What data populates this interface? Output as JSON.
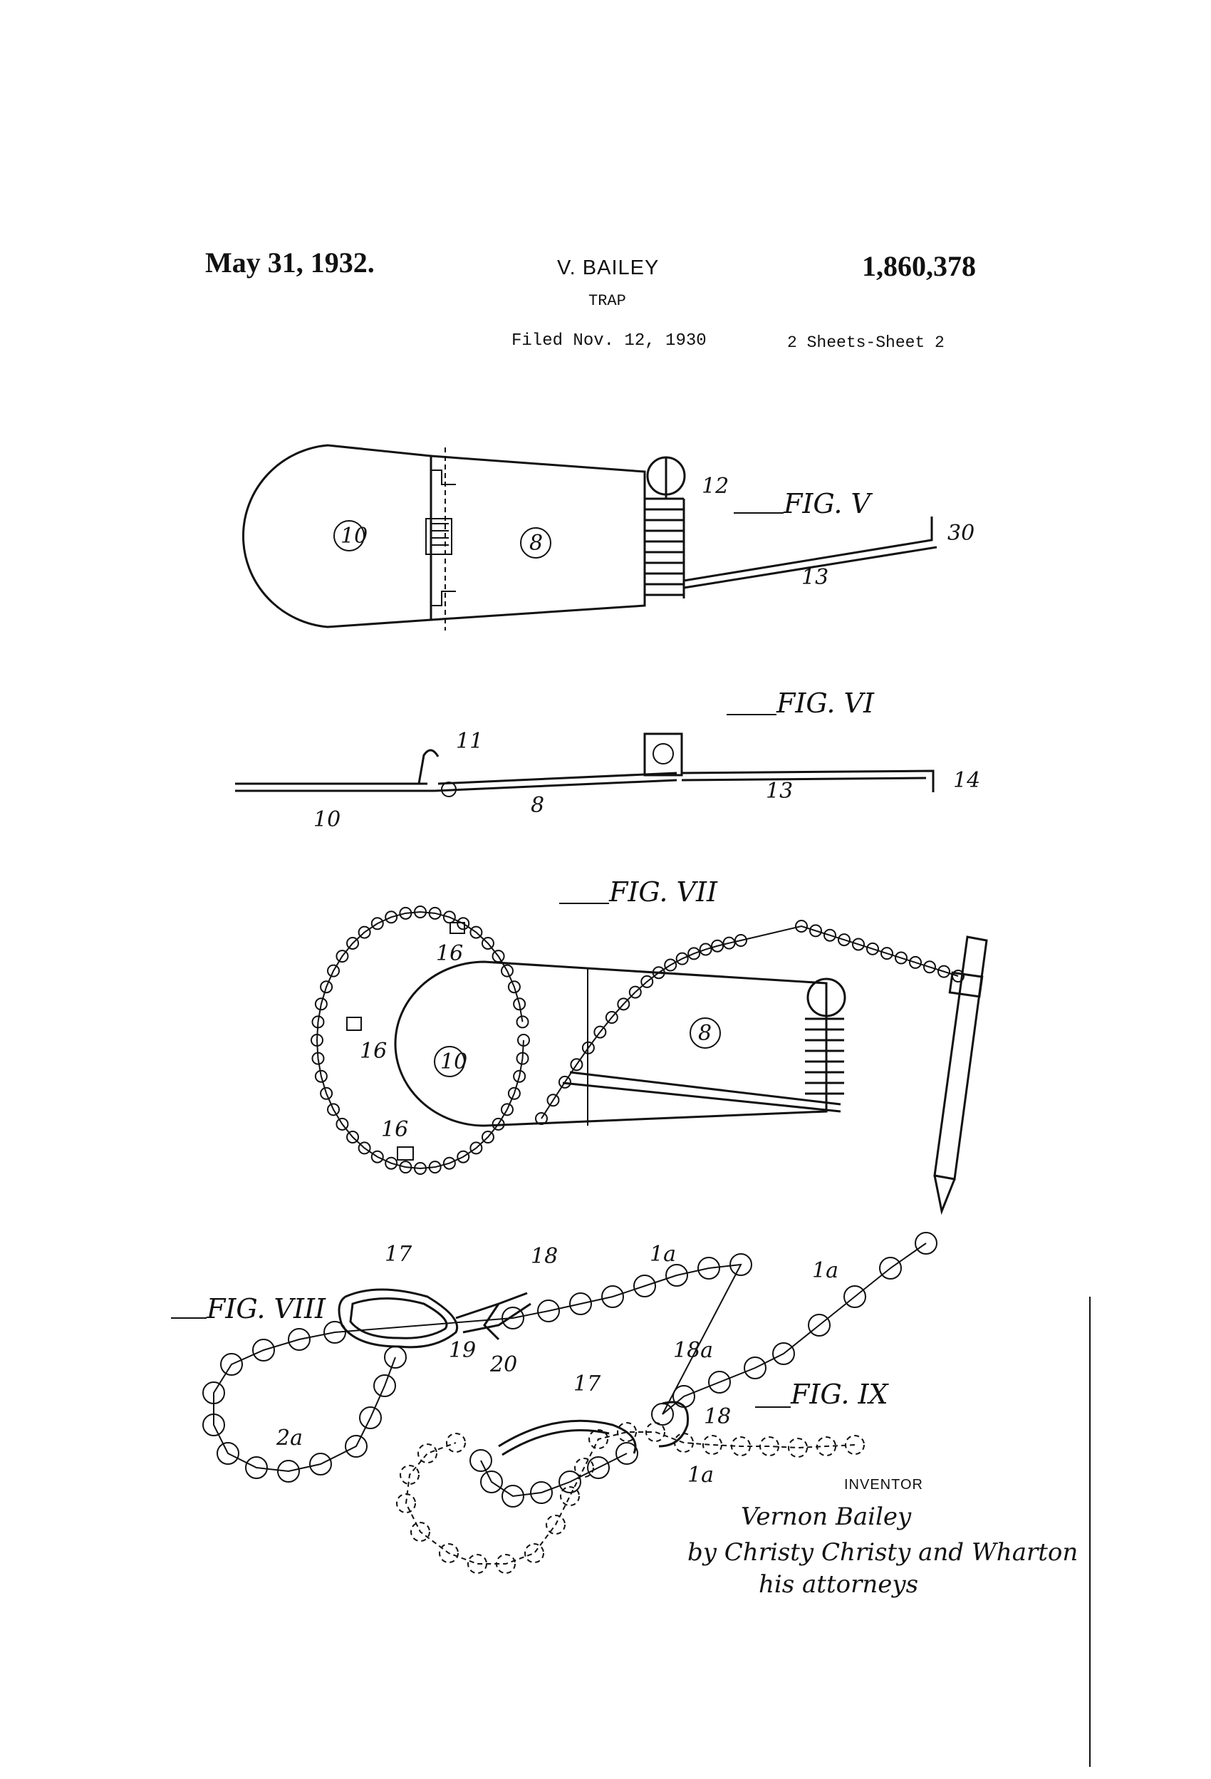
{
  "header": {
    "date": "May 31, 1932.",
    "inventor_name": "V. BAILEY",
    "patent_number": "1,860,378",
    "title": "TRAP",
    "filed": "Filed Nov. 12, 1930",
    "sheets": "2 Sheets-Sheet 2"
  },
  "figures": {
    "fig5": "FIG. V",
    "fig6": "FIG. VI",
    "fig7": "FIG. VII",
    "fig8": "FIG. VIII",
    "fig9": "FIG. IX"
  },
  "reference_numerals": {
    "n8": "8",
    "n10": "10",
    "n11": "11",
    "n12": "12",
    "n13": "13",
    "n14": "14",
    "n16": "16",
    "n17": "17",
    "n18": "18",
    "n18a": "18a",
    "n19": "19",
    "n20": "20",
    "n1a": "1a",
    "n2a": "2a",
    "n30": "30"
  },
  "signature": {
    "label": "INVENTOR",
    "name": "Vernon Bailey",
    "by_line": "by Christy Christy and Wharton",
    "attorneys": "his attorneys"
  }
}
